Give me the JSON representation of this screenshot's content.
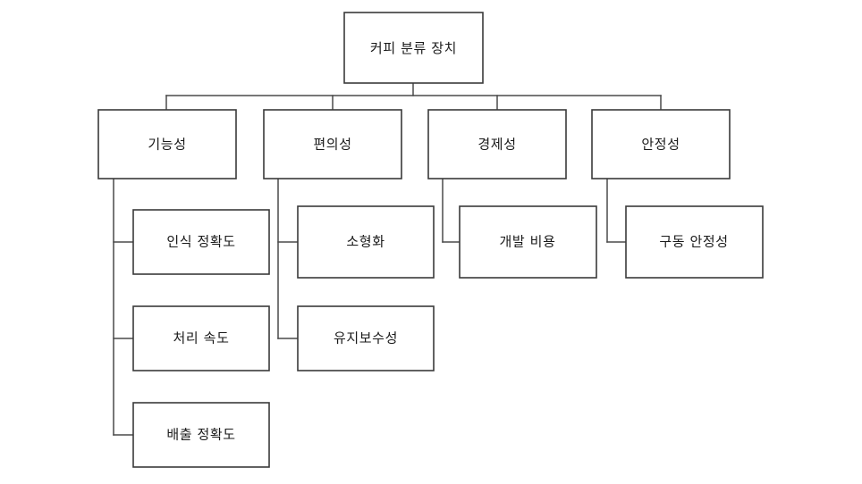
{
  "diagram": {
    "type": "hierarchy-tree",
    "title_node": "커피 분류 장치",
    "orientation": "top-down-then-side-branch",
    "background_color": "#ffffff",
    "box_fill": "#ffffff",
    "box_stroke": "#3a3a3a",
    "connector_color": "#4a4a4a",
    "text_color": "#1a1a1a",
    "root": {
      "id": "root",
      "label": "커피 분류 장치"
    },
    "branches": [
      {
        "id": "branch-functionality",
        "label": "기능성",
        "leaves": [
          {
            "id": "leaf-recognition-accuracy",
            "label": "인식 정확도"
          },
          {
            "id": "leaf-processing-speed",
            "label": "처리 속도"
          },
          {
            "id": "leaf-dispensing-accuracy",
            "label": "배출 정확도"
          }
        ]
      },
      {
        "id": "branch-convenience",
        "label": "편의성",
        "leaves": [
          {
            "id": "leaf-miniaturization",
            "label": "소형화"
          },
          {
            "id": "leaf-maintainability",
            "label": "유지보수성"
          }
        ]
      },
      {
        "id": "branch-economy",
        "label": "경제성",
        "leaves": [
          {
            "id": "leaf-development-cost",
            "label": "개발 비용"
          }
        ]
      },
      {
        "id": "branch-stability",
        "label": "안정성",
        "leaves": [
          {
            "id": "leaf-drive-stability",
            "label": "구동 안정성"
          }
        ]
      }
    ]
  }
}
